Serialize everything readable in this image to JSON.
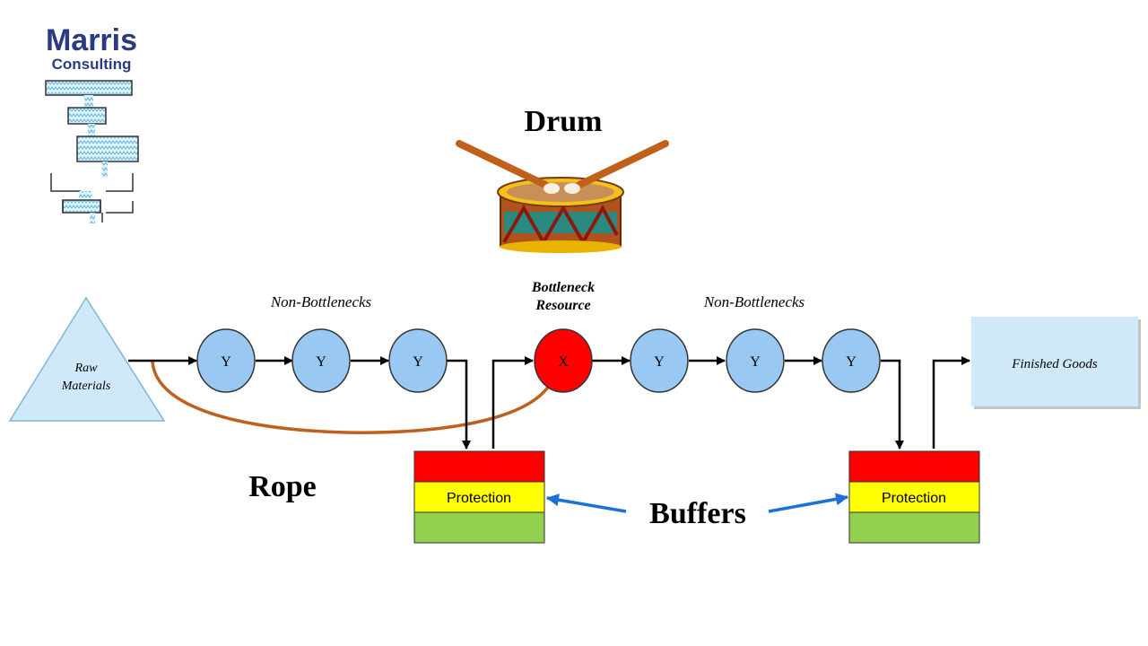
{
  "logo": {
    "line1": "Marris",
    "line2": "Consulting",
    "color": "#2b3a84"
  },
  "drum": {
    "title": "Drum"
  },
  "rope": {
    "label": "Rope"
  },
  "buffers": {
    "label": "Buffers",
    "arrow_color": "#1e6fd9"
  },
  "raw_materials": {
    "line1": "Raw",
    "line2": "Materials"
  },
  "finished_goods": {
    "label": "Finished Goods"
  },
  "non_bottlenecks_left": {
    "label": "Non-Bottlenecks"
  },
  "non_bottlenecks_right": {
    "label": "Non-Bottlenecks"
  },
  "bottleneck": {
    "line1": "Bottleneck",
    "line2": "Resource",
    "node_label": "X",
    "color": "#ff0000"
  },
  "nodes_left": [
    "Y",
    "Y",
    "Y"
  ],
  "nodes_right": [
    "Y",
    "Y",
    "Y"
  ],
  "buffer_left": {
    "label": "Protection"
  },
  "buffer_right": {
    "label": "Protection"
  },
  "colors": {
    "node_fill": "#99c9f2",
    "shape_fill": "#cfe9f9",
    "rope": "#c06020",
    "buffer_red": "#ff0000",
    "buffer_yellow": "#ffff00",
    "buffer_green": "#92d050"
  }
}
